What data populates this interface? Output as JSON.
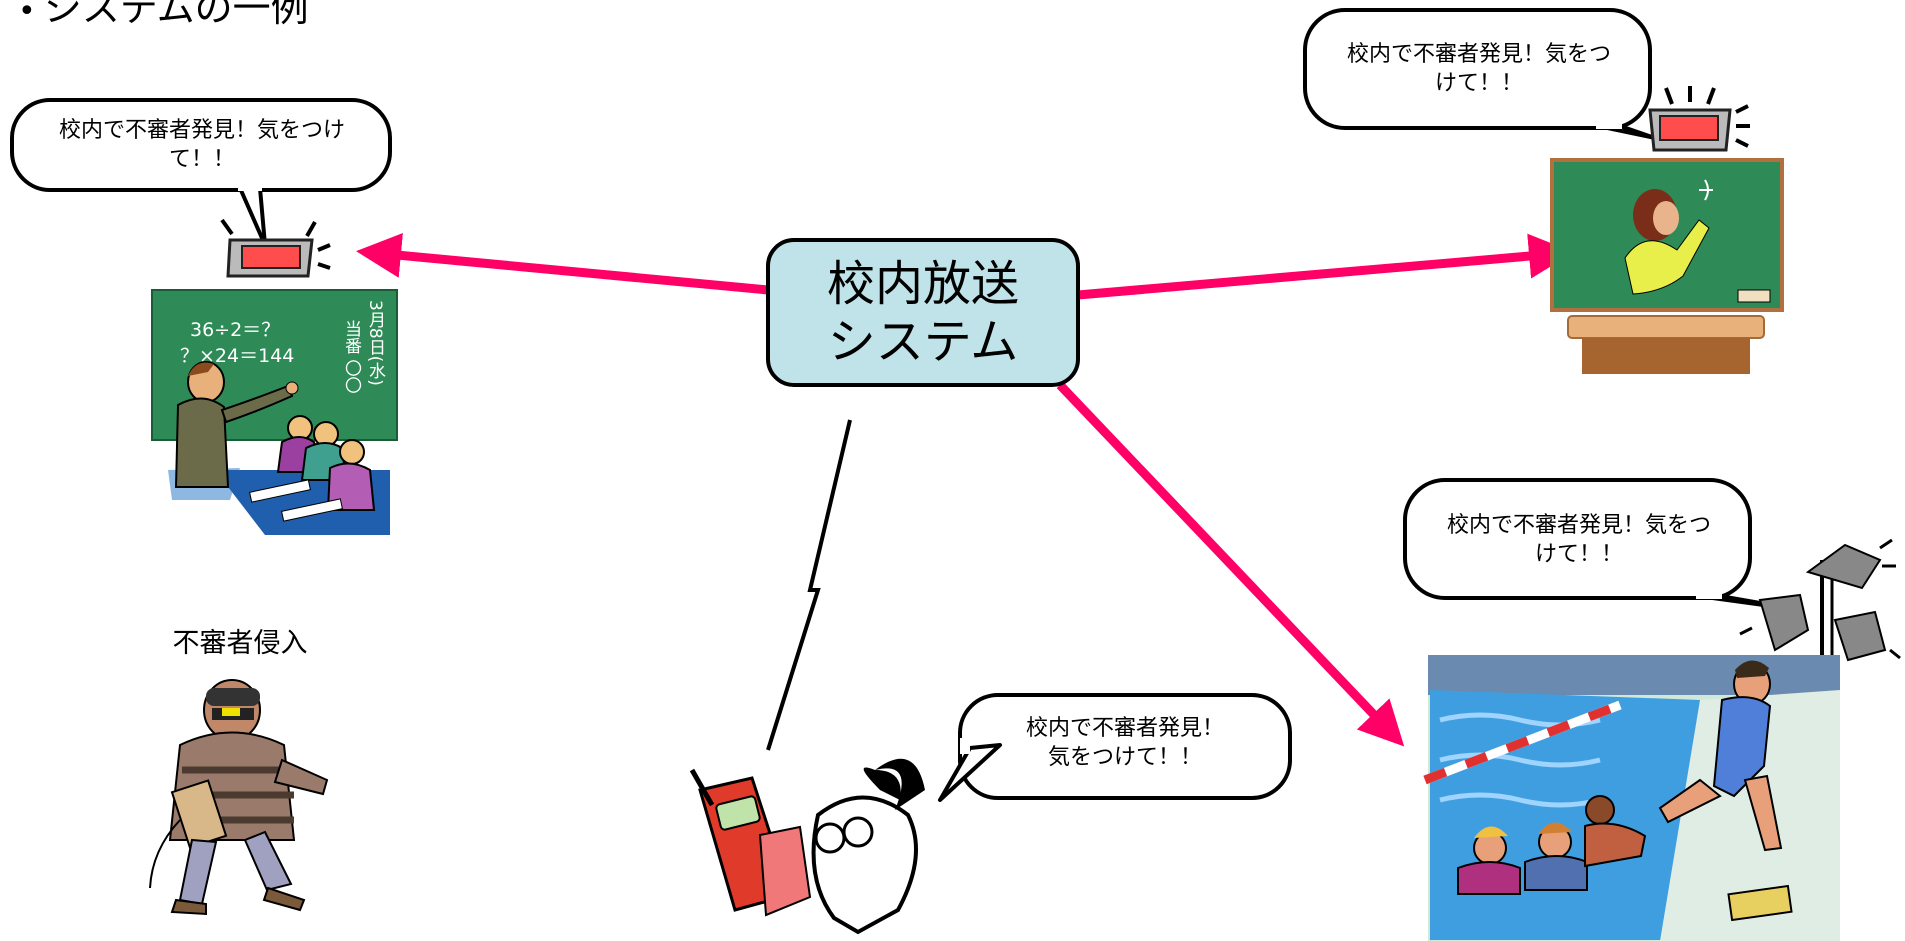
{
  "heading": {
    "bullet": "•",
    "text": "システムの一例"
  },
  "center_node": {
    "line1": "校内放送",
    "line2": "システム"
  },
  "bubbles": {
    "left": "校内で不審者発見！気をつけて！！",
    "top_right": "校内で不審者発見！気をつけて！！",
    "mid_right": "校内で不審者発見！気をつけて！！",
    "bottom": {
      "line1": "校内で不審者発見！",
      "line2": "気をつけて！！"
    }
  },
  "blackboard": {
    "eq1": "36÷2＝？",
    "eq2": "？×24＝144",
    "date": "3月8日(水)",
    "duty": "当番 〇〇"
  },
  "intruder": {
    "label": "不審者侵入"
  },
  "colors": {
    "arrow": "#ff0066",
    "node_fill": "#bfe3e8",
    "chalkboard": "#2e8b57",
    "speaker": "#ff4d4d"
  }
}
